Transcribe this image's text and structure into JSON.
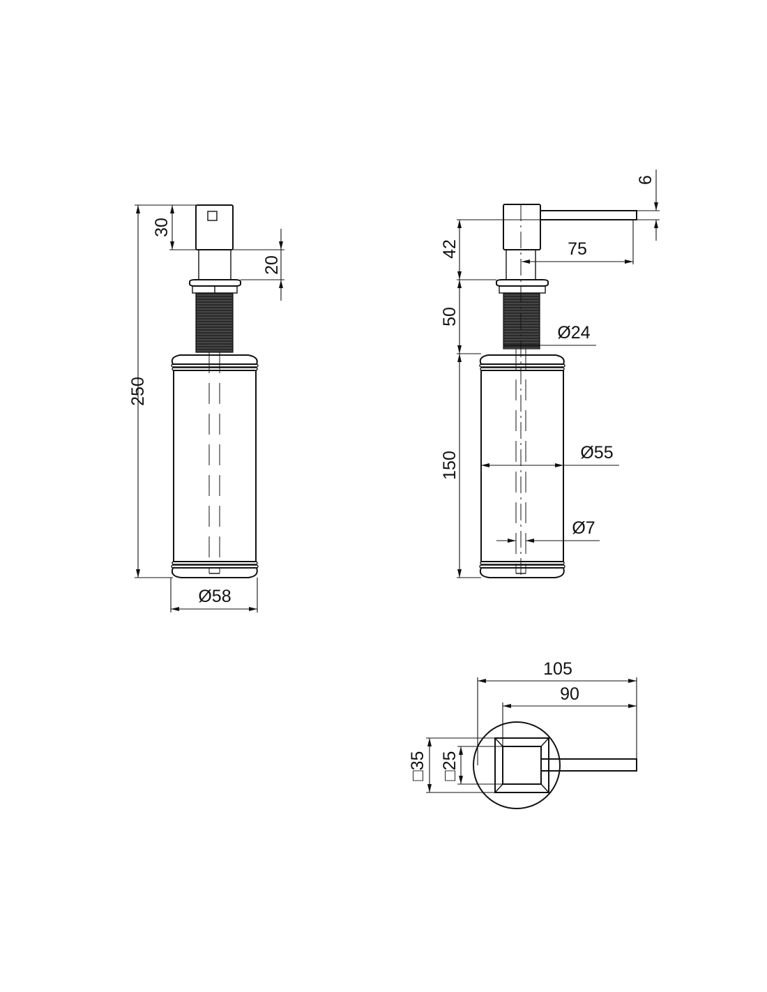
{
  "views": {
    "front": {
      "dimensions": {
        "total_height": "250",
        "head_height": "30",
        "neck_height": "20",
        "bottle_diameter": "Ø58"
      }
    },
    "side": {
      "dimensions": {
        "spout_thickness": "6",
        "head_height": "42",
        "spout_reach": "75",
        "thread_length": "50",
        "thread_diameter": "Ø24",
        "bottle_height": "150",
        "bottle_diameter": "Ø55",
        "tube_diameter": "Ø7"
      }
    },
    "top": {
      "dimensions": {
        "overall_length": "105",
        "spout_length": "90",
        "outer_square": "□35",
        "inner_square": "□25"
      }
    }
  },
  "colors": {
    "line": "#111111",
    "background": "#ffffff"
  }
}
